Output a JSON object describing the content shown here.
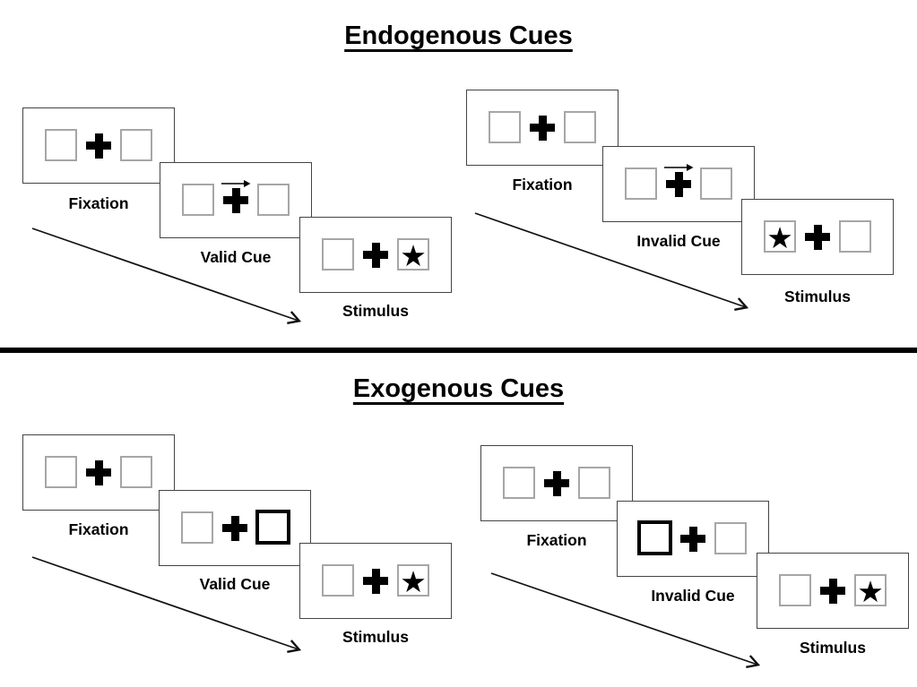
{
  "colors": {
    "background": "#ffffff",
    "ink": "#000000",
    "panel_border": "#444444",
    "box_border": "#a6a6a6"
  },
  "symbols": {
    "star": "★"
  },
  "sections": [
    {
      "id": "endogenous",
      "title": "Endogenous Cues",
      "groups": [
        {
          "id": "endogenous-valid",
          "panels": [
            {
              "label": "Fixation",
              "left_box": "empty",
              "right_box": "empty",
              "cue_arrow": false
            },
            {
              "label": "Valid Cue",
              "left_box": "empty",
              "right_box": "empty",
              "cue_arrow": true
            },
            {
              "label": "Stimulus",
              "left_box": "empty",
              "right_box": "star",
              "cue_arrow": false
            }
          ]
        },
        {
          "id": "endogenous-invalid",
          "panels": [
            {
              "label": "Fixation",
              "left_box": "empty",
              "right_box": "empty",
              "cue_arrow": false
            },
            {
              "label": "Invalid Cue",
              "left_box": "empty",
              "right_box": "empty",
              "cue_arrow": true
            },
            {
              "label": "Stimulus",
              "left_box": "star",
              "right_box": "empty",
              "cue_arrow": false
            }
          ]
        }
      ]
    },
    {
      "id": "exogenous",
      "title": "Exogenous Cues",
      "groups": [
        {
          "id": "exogenous-valid",
          "panels": [
            {
              "label": "Fixation",
              "left_box": "empty",
              "right_box": "empty",
              "cue_arrow": false
            },
            {
              "label": "Valid Cue",
              "left_box": "empty",
              "right_box": "bold",
              "cue_arrow": false
            },
            {
              "label": "Stimulus",
              "left_box": "empty",
              "right_box": "star",
              "cue_arrow": false
            }
          ]
        },
        {
          "id": "exogenous-invalid",
          "panels": [
            {
              "label": "Fixation",
              "left_box": "empty",
              "right_box": "empty",
              "cue_arrow": false
            },
            {
              "label": "Invalid Cue",
              "left_box": "bold",
              "right_box": "empty",
              "cue_arrow": false
            },
            {
              "label": "Stimulus",
              "left_box": "empty",
              "right_box": "star",
              "cue_arrow": false
            }
          ]
        }
      ]
    }
  ]
}
